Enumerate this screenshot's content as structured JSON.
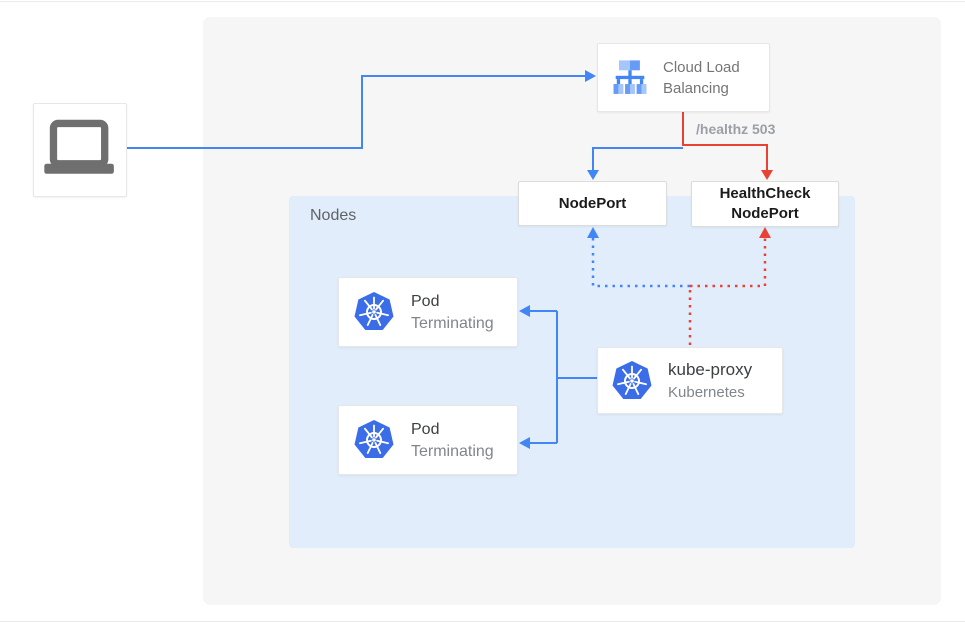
{
  "colors": {
    "accent_blue": "#4285f4",
    "accent_red": "#e94235",
    "outer_panel_bg": "#f6f6f6",
    "nodes_panel_bg": "#e1edfb",
    "kubernetes_blue": "#3b6de8",
    "lb_icon_light_blue": "#a5c6f9",
    "lb_icon_mid_blue": "#669cf6",
    "laptop_gray": "#6f6f6f"
  },
  "client": {
    "icon": "laptop-icon"
  },
  "load_balancer": {
    "label": "Cloud Load Balancing",
    "icon": "load-balancer-icon"
  },
  "healthz_badge": "/healthz 503",
  "node_ports": {
    "nodeport_label": "NodePort",
    "healthcheck_label": "HealthCheck NodePort"
  },
  "nodes_panel": {
    "label": "Nodes"
  },
  "pods": [
    {
      "title": "Pod",
      "subtitle": "Terminating",
      "icon": "kubernetes-icon"
    },
    {
      "title": "Pod",
      "subtitle": "Terminating",
      "icon": "kubernetes-icon"
    }
  ],
  "kube_proxy": {
    "title": "kube-proxy",
    "subtitle": "Kubernetes",
    "icon": "kubernetes-icon"
  }
}
